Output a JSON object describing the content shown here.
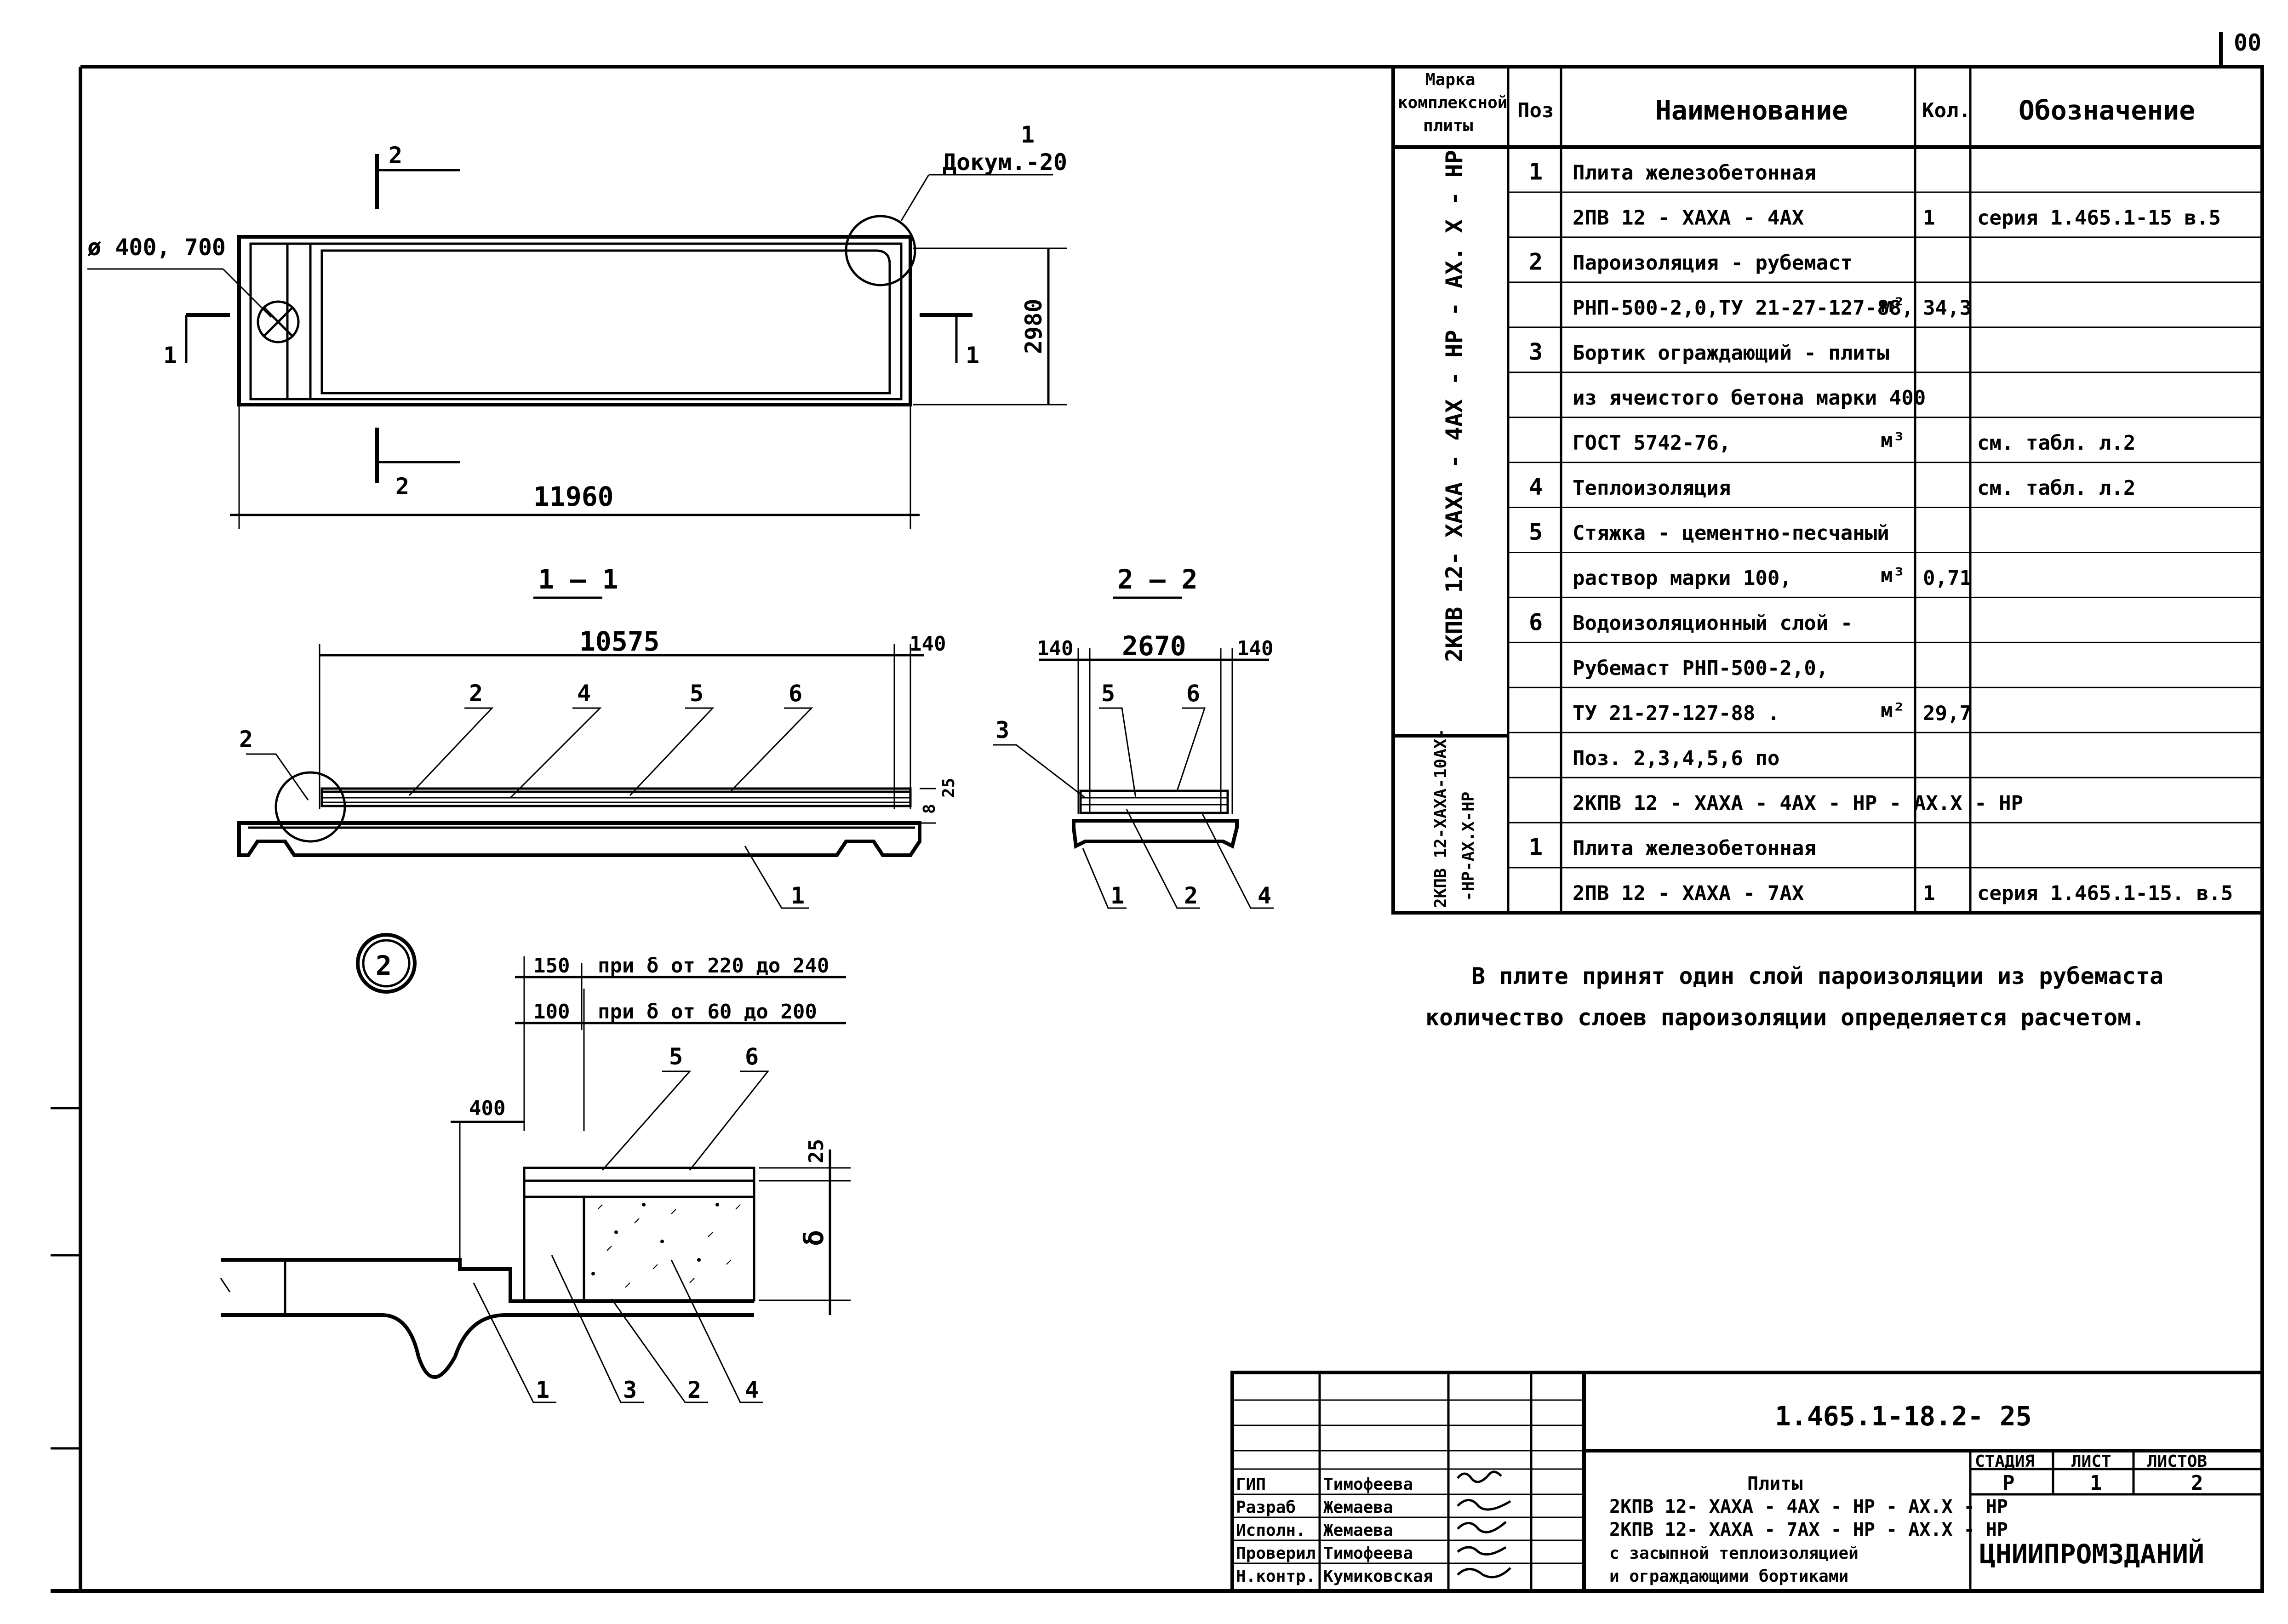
{
  "page_corner_mark": "00",
  "plan": {
    "hole_label": "ø 400, 700",
    "callout_num": "1",
    "callout_doc": "Докум.-20",
    "cut_2": "2",
    "cut_1": "1",
    "dim_width": "2980",
    "dim_length": "11960"
  },
  "section_1_1": {
    "title": "1 – 1",
    "dim_length": "10575",
    "dim_end": "140",
    "dim_25": "25",
    "dim_8": "8",
    "leaders": [
      "2",
      "2",
      "4",
      "5",
      "6",
      "1"
    ]
  },
  "section_2_2": {
    "title": "2 – 2",
    "dim_left": "140",
    "dim_mid": "2670",
    "dim_right": "140",
    "leaders": [
      "3",
      "5",
      "6",
      "1",
      "2",
      "4"
    ]
  },
  "detail_2": {
    "circle_num": "2",
    "dim_150": "150",
    "note_150": "при  δ  от 220  до  240",
    "dim_100": "100",
    "note_100": "при  δ  от 60  до 200",
    "dim_400": "400",
    "dim_25": "25",
    "delta": "δ",
    "leaders_top": [
      "5",
      "6"
    ],
    "leaders_bottom": [
      "1",
      "3",
      "2",
      "4"
    ]
  },
  "spec_table": {
    "headers": [
      "Марка комплексной плиты",
      "Поз",
      "Наименование",
      "Кол.",
      "Обозначение"
    ],
    "header_mark_lines": [
      "Марка",
      "комплексной",
      "плиты"
    ],
    "group1_mark": "2КПВ 12- ХАХА - 4АХ - НР - АХ. Х - НР",
    "group2_mark_lines": [
      "2КПВ 12-ХАХА-10АХ-",
      "-НР-АХ.Х-НР"
    ],
    "rows": [
      {
        "pos": "1",
        "name": "Плита  железобетонная",
        "unit": "",
        "qty": "",
        "ref": ""
      },
      {
        "pos": "",
        "name": "2ПВ 12 - ХАХА - 4АХ",
        "unit": "",
        "qty": "1",
        "ref": "серия 1.465.1-15 в.5"
      },
      {
        "pos": "2",
        "name": "Пароизоляция - рубемаст",
        "unit": "",
        "qty": "",
        "ref": ""
      },
      {
        "pos": "",
        "name": "РНП-500-2,0,ТУ 21-27-127-88,",
        "unit": "м²",
        "qty": "34,3",
        "ref": ""
      },
      {
        "pos": "3",
        "name": "Бортик ограждающий - плиты",
        "unit": "",
        "qty": "",
        "ref": ""
      },
      {
        "pos": "",
        "name": "из ячеистого бетона марки 400",
        "unit": "",
        "qty": "",
        "ref": ""
      },
      {
        "pos": "",
        "name": "ГОСТ 5742-76,",
        "unit": "м³",
        "qty": "",
        "ref": "см. табл. л.2"
      },
      {
        "pos": "4",
        "name": "Теплоизоляция",
        "unit": "",
        "qty": "",
        "ref": "см. табл. л.2"
      },
      {
        "pos": "5",
        "name": "Стяжка - цементно-песчаный",
        "unit": "",
        "qty": "",
        "ref": ""
      },
      {
        "pos": "",
        "name": "раствор  марки 100,",
        "unit": "м³",
        "qty": "0,71",
        "ref": ""
      },
      {
        "pos": "6",
        "name": "Водоизоляционный слой -",
        "unit": "",
        "qty": "",
        "ref": ""
      },
      {
        "pos": "",
        "name": "Рубемаст  РНП-500-2,0,",
        "unit": "",
        "qty": "",
        "ref": ""
      },
      {
        "pos": "",
        "name": "ТУ 21-27-127-88 .",
        "unit": "м²",
        "qty": "29,7",
        "ref": ""
      },
      {
        "pos": "",
        "name": "Поз. 2,3,4,5,6 по",
        "unit": "",
        "qty": "",
        "ref": ""
      },
      {
        "pos": "",
        "name": "2КПВ 12 - ХАХА - 4АХ - НР - АХ.Х - НР",
        "unit": "",
        "qty": "",
        "ref": ""
      },
      {
        "pos": "1",
        "name": "Плита железобетонная",
        "unit": "",
        "qty": "",
        "ref": ""
      },
      {
        "pos": "",
        "name": "2ПВ 12 - ХАХА - 7АХ",
        "unit": "",
        "qty": "1",
        "ref": "серия 1.465.1-15. в.5"
      }
    ]
  },
  "notes": [
    "В плите принят один слой пароизоляции из рубемаста",
    "количество слоев пароизоляции определяется расчетом."
  ],
  "title_block": {
    "code": "1.465.1-18.2- 25",
    "roles": [
      {
        "role": "ГИП",
        "name": "Тимофеева"
      },
      {
        "role": "Разраб",
        "name": "Жемаева"
      },
      {
        "role": "Исполн.",
        "name": "Жемаева"
      },
      {
        "role": "Проверил",
        "name": "Тимофеева"
      },
      {
        "role": "Н.контр.",
        "name": "Кумиковская"
      }
    ],
    "title_lines": [
      "Плиты",
      "2КПВ 12- ХАХА - 4АХ - НР - АХ.Х - НР",
      "2КПВ 12- ХАХА - 7АХ - НР - АХ.Х - НР",
      "с засыпной теплоизоляцией",
      "и ограждающими бортиками"
    ],
    "stage_label": "СТАДИЯ",
    "sheet_label": "ЛИСТ",
    "sheets_label": "ЛИСТОВ",
    "stage": "Р",
    "sheet": "1",
    "sheets": "2",
    "org": "ЦНИИПРОМЗДАНИЙ"
  }
}
